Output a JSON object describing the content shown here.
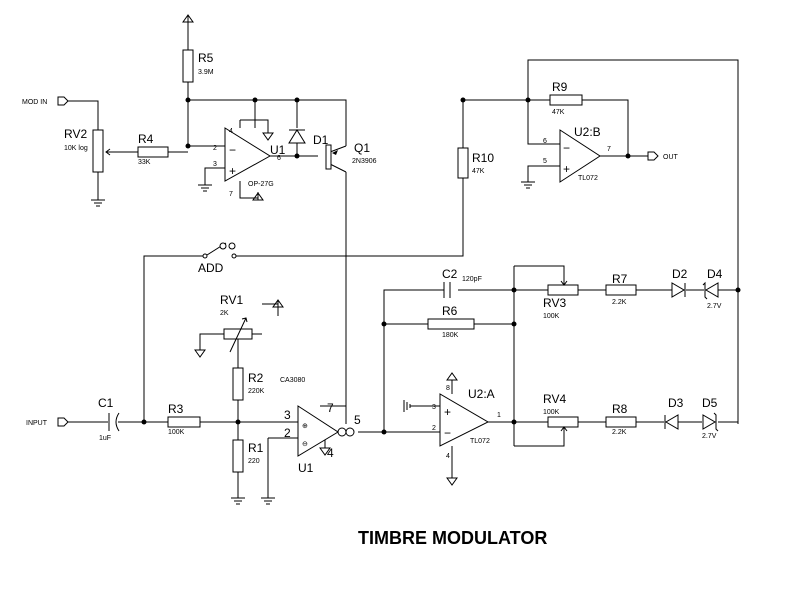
{
  "title": "TIMBRE MODULATOR",
  "ports": {
    "mod_in": "MOD IN",
    "input": "INPUT",
    "out": "OUT"
  },
  "switch_label": "ADD",
  "components": {
    "r5": {
      "ref": "R5",
      "value": "3.9M"
    },
    "rv2": {
      "ref": "RV2",
      "value": "10K log"
    },
    "r4": {
      "ref": "R4",
      "value": "33K"
    },
    "u1_opamp": {
      "ref": "U1",
      "part": "OP-27G",
      "pins": [
        "4",
        "2",
        "3",
        "6",
        "7"
      ]
    },
    "d1": {
      "ref": "D1"
    },
    "q1": {
      "ref": "Q1",
      "part": "2N3906"
    },
    "r9": {
      "ref": "R9",
      "value": "47K"
    },
    "u2b": {
      "ref": "U2:B",
      "part": "TL072",
      "pins": [
        "6",
        "5",
        "7"
      ]
    },
    "r10": {
      "ref": "R10",
      "value": "47K"
    },
    "c2": {
      "ref": "C2",
      "value": "120pF"
    },
    "rv3": {
      "ref": "RV3",
      "value": "100K"
    },
    "r7": {
      "ref": "R7",
      "value": "2.2K"
    },
    "d2": {
      "ref": "D2"
    },
    "d4": {
      "ref": "D4",
      "value": "2.7V"
    },
    "r6": {
      "ref": "R6",
      "value": "180K"
    },
    "rv1": {
      "ref": "RV1",
      "value": "2K"
    },
    "r2": {
      "ref": "R2",
      "value": "220K"
    },
    "u1_ota": {
      "ref": "U1",
      "part": "CA3080",
      "pins": [
        "3",
        "2",
        "7",
        "4",
        "5"
      ]
    },
    "c1": {
      "ref": "C1",
      "value": "1uF"
    },
    "r3": {
      "ref": "R3",
      "value": "100K"
    },
    "r1": {
      "ref": "R1",
      "value": "220"
    },
    "u2a": {
      "ref": "U2:A",
      "part": "TL072",
      "pins": [
        "3",
        "2",
        "1",
        "8",
        "4"
      ]
    },
    "rv4": {
      "ref": "RV4",
      "value": "100K"
    },
    "r8": {
      "ref": "R8",
      "value": "2.2K"
    },
    "d3": {
      "ref": "D3"
    },
    "d5": {
      "ref": "D5",
      "value": "2.7V"
    }
  }
}
